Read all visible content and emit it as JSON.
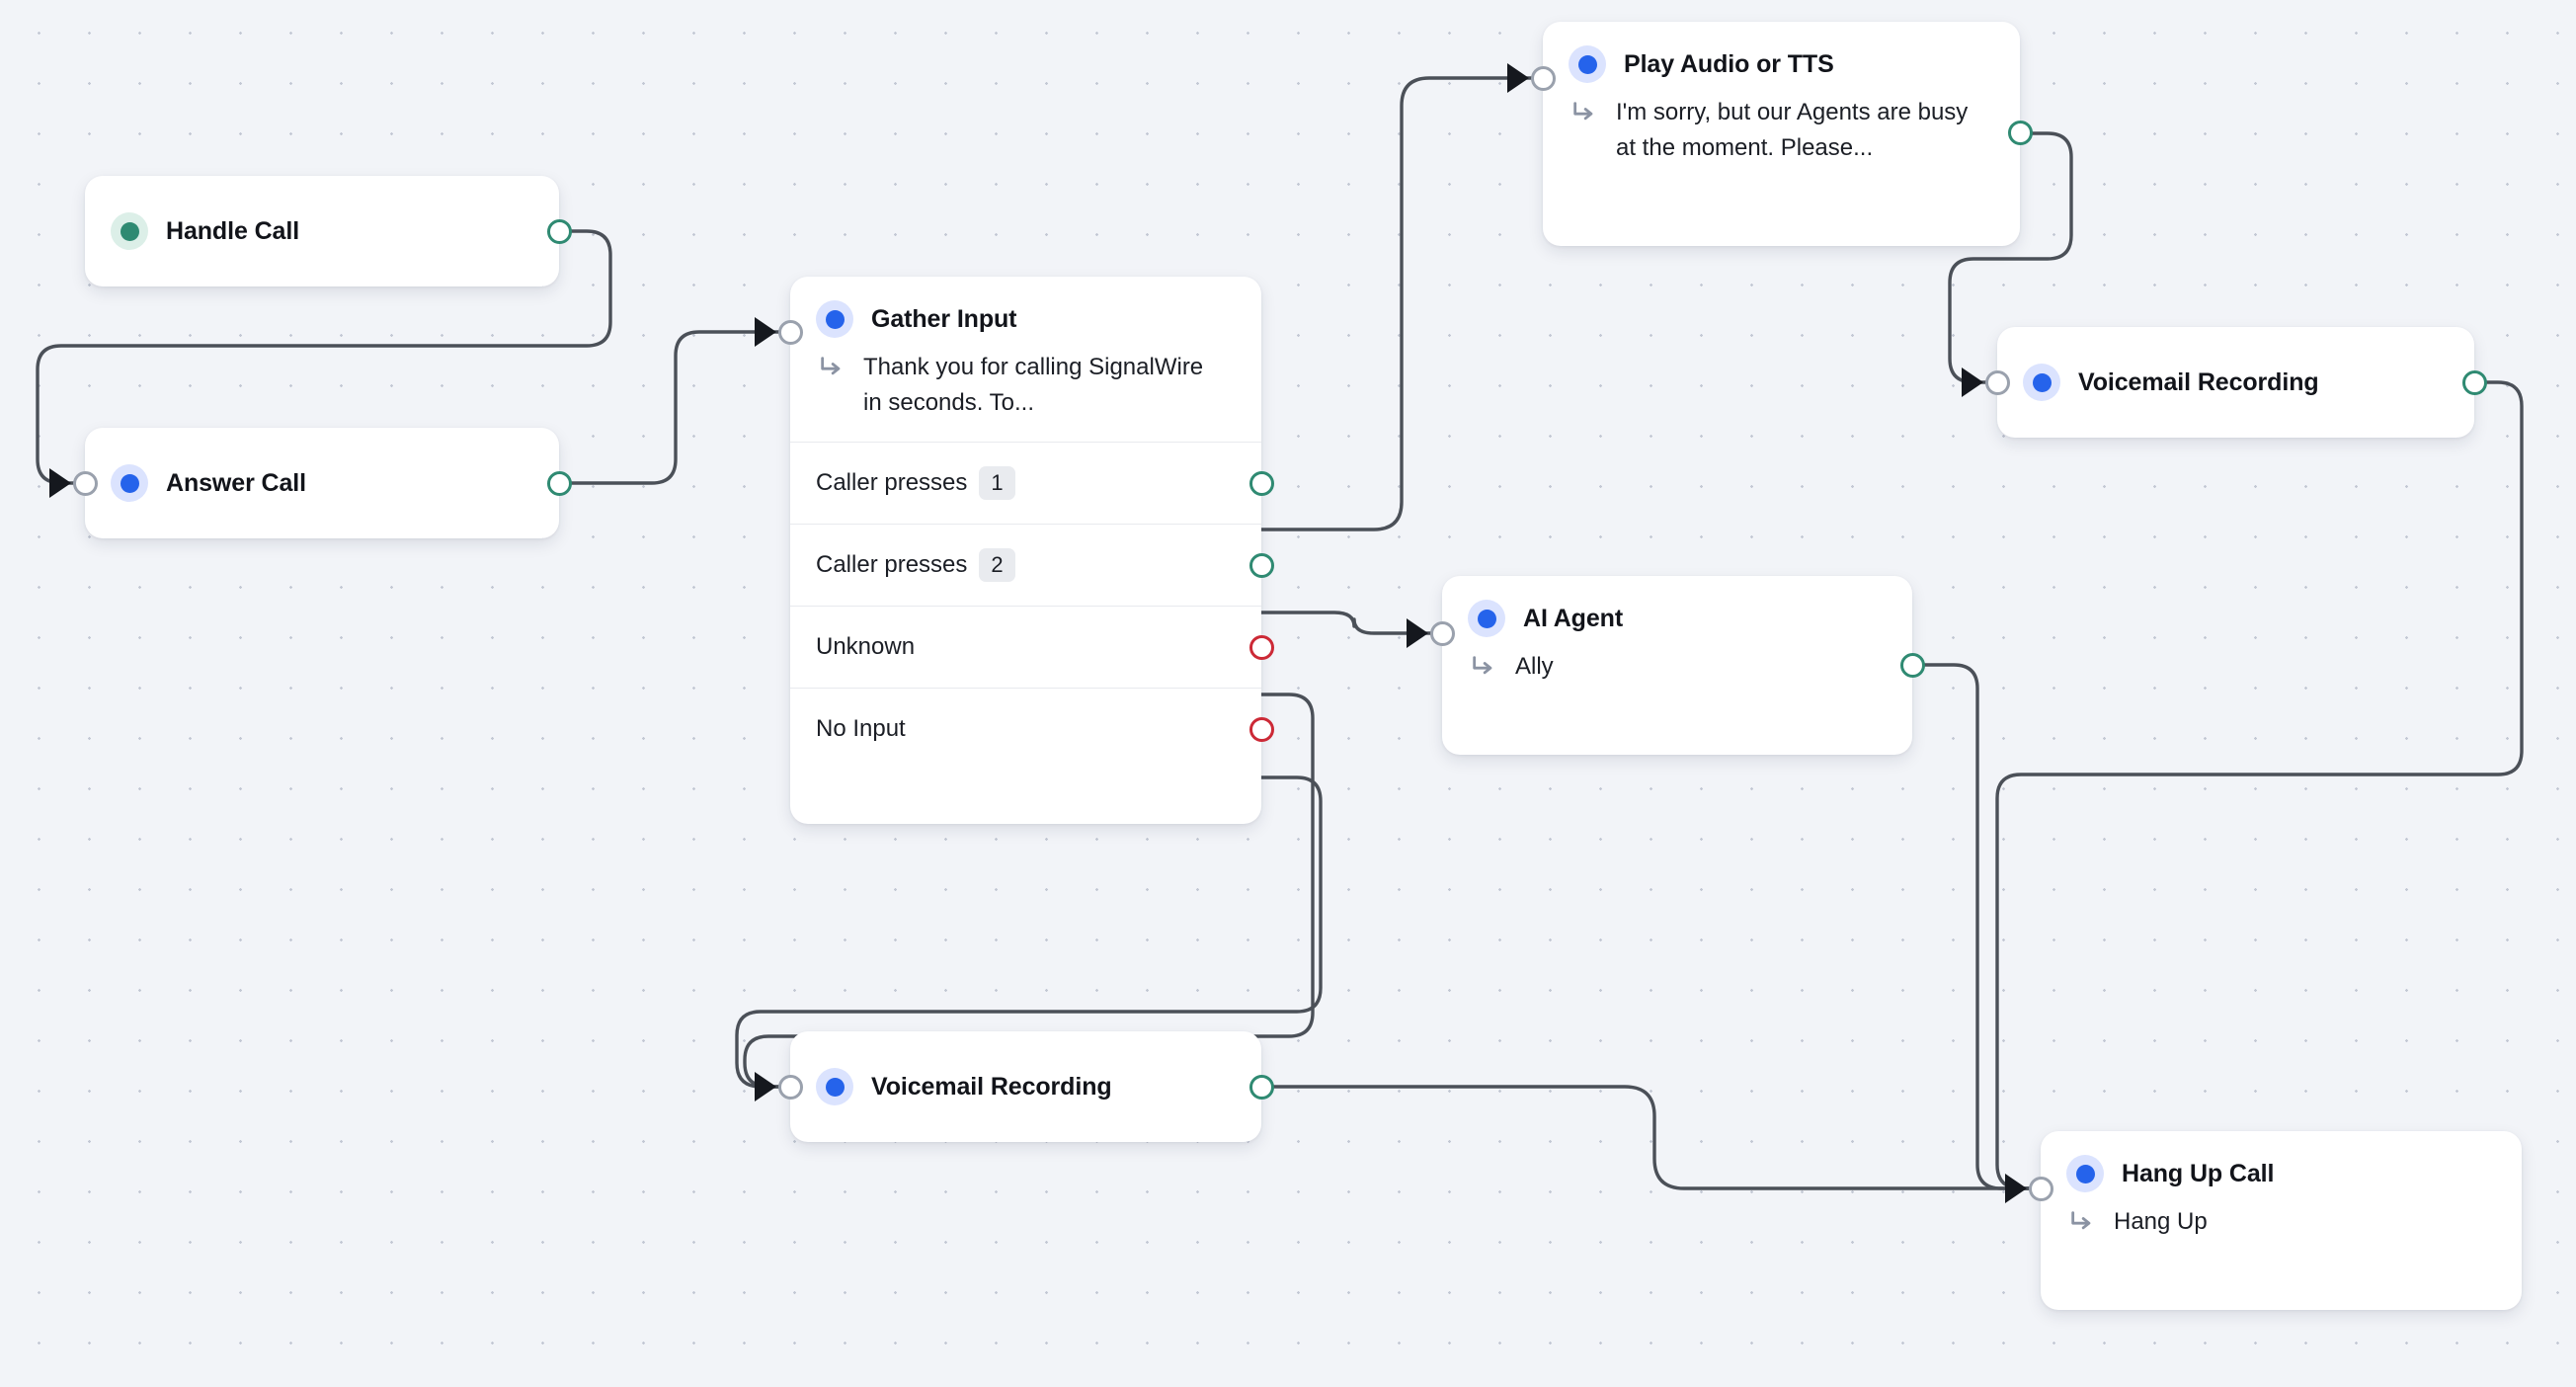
{
  "canvas": {
    "background_color": "#f2f4f8",
    "dot_color": "#c3c8d4",
    "edge_color": "#4b5058"
  },
  "palette": {
    "accent_blue": "#2563eb",
    "accent_green": "#2f8a72",
    "accent_red": "#cc2936",
    "badge_bg": "#e9ebef",
    "node_bg": "#ffffff",
    "port_in_border": "#9aa1ad"
  },
  "nodes": [
    {
      "id": "handle-call",
      "title": "Handle Call",
      "dot_color": "green",
      "ports": {
        "out": "green"
      }
    },
    {
      "id": "answer-call",
      "title": "Answer Call",
      "dot_color": "blue",
      "ports": {
        "in": "gray",
        "out": "green"
      }
    },
    {
      "id": "gather-input",
      "title": "Gather Input",
      "dot_color": "blue",
      "subtitle": "Thank you for calling SignalWire in seconds. To...",
      "ports": {
        "in": "gray"
      },
      "options": [
        {
          "label": "Caller presses",
          "badge": "1",
          "port": "green"
        },
        {
          "label": "Caller presses",
          "badge": "2",
          "port": "green"
        },
        {
          "label": "Unknown",
          "badge": "",
          "port": "red"
        },
        {
          "label": "No Input",
          "badge": "",
          "port": "red"
        }
      ]
    },
    {
      "id": "play-audio-or-tts",
      "title": "Play Audio or TTS",
      "dot_color": "blue",
      "subtitle": "I'm sorry, but our Agents are busy at the moment. Please...",
      "ports": {
        "in": "gray",
        "out": "green"
      }
    },
    {
      "id": "voicemail-recording-right",
      "title": "Voicemail Recording",
      "dot_color": "blue",
      "ports": {
        "in": "gray",
        "out": "green"
      }
    },
    {
      "id": "ai-agent",
      "title": "AI Agent",
      "dot_color": "blue",
      "subtitle": "Ally",
      "ports": {
        "in": "gray",
        "out": "green"
      }
    },
    {
      "id": "voicemail-recording-bottom",
      "title": "Voicemail Recording",
      "dot_color": "blue",
      "ports": {
        "in": "gray",
        "out": "green"
      }
    },
    {
      "id": "hang-up-call",
      "title": "Hang Up Call",
      "dot_color": "blue",
      "subtitle": "Hang Up",
      "ports": {
        "in": "gray"
      }
    }
  ],
  "edges": [
    {
      "from": "handle-call.out",
      "to": "answer-call.in"
    },
    {
      "from": "answer-call.out",
      "to": "gather-input.in"
    },
    {
      "from": "gather-input.option.0",
      "to": "play-audio-or-tts.in"
    },
    {
      "from": "gather-input.option.1",
      "to": "ai-agent.in"
    },
    {
      "from": "gather-input.option.2",
      "to": "voicemail-recording-bottom.in"
    },
    {
      "from": "gather-input.option.3",
      "to": "voicemail-recording-bottom.in"
    },
    {
      "from": "play-audio-or-tts.out",
      "to": "voicemail-recording-right.in"
    },
    {
      "from": "voicemail-recording-right.out",
      "to": "hang-up-call.in"
    },
    {
      "from": "ai-agent.out",
      "to": "hang-up-call.in"
    },
    {
      "from": "voicemail-recording-bottom.out",
      "to": "hang-up-call.in"
    }
  ]
}
